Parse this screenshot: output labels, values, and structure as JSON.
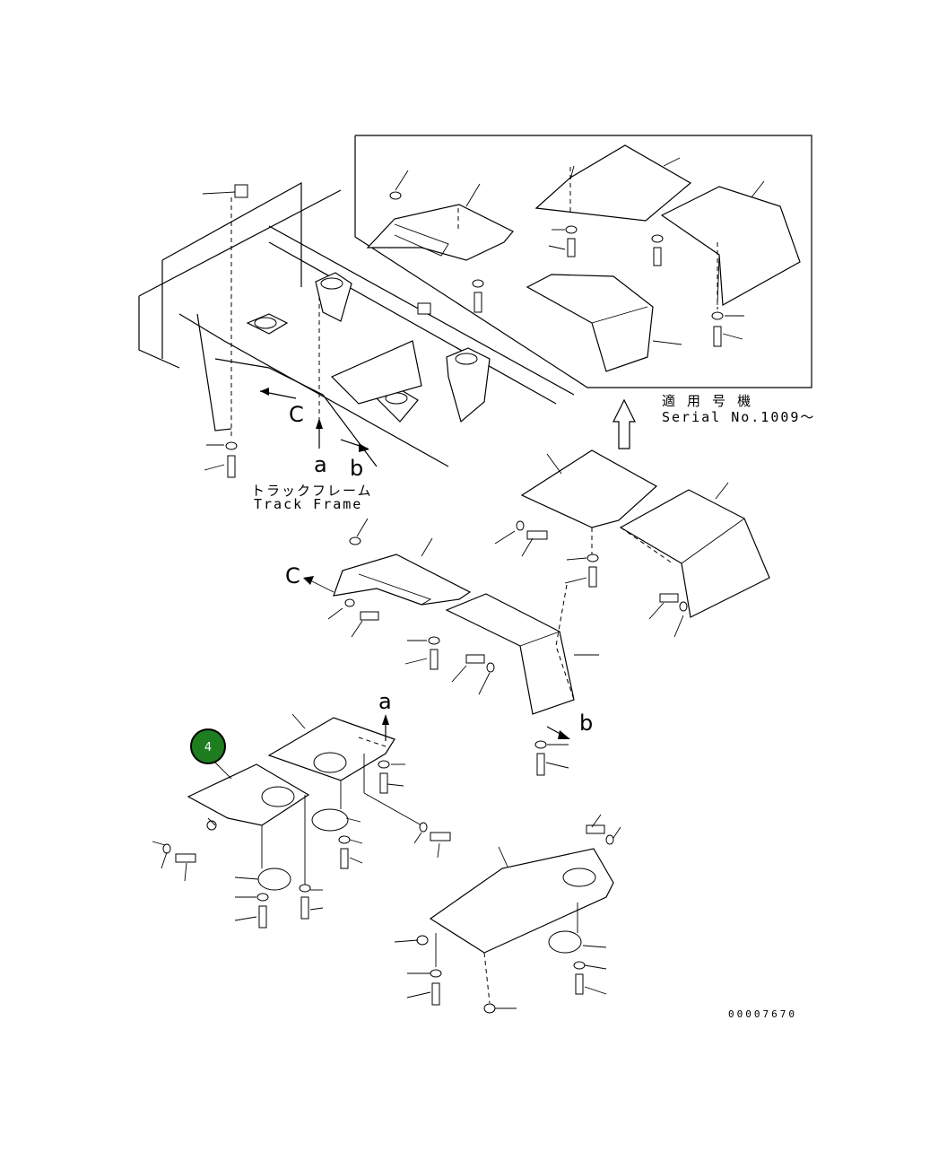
{
  "labels": {
    "serial_jp": "適 用 号 機",
    "serial_en": "Serial No.1009～",
    "track_frame_jp": "トラックフレーム",
    "track_frame_en": "Track Frame",
    "view_c_top": "C",
    "view_a_top": "a",
    "view_b_top": "b",
    "view_c_mid": "C",
    "view_b_mid": "b",
    "view_a_low": "a",
    "drawing_number": "00007670"
  },
  "callout": {
    "number": "4",
    "color": "#1e7d1e"
  }
}
